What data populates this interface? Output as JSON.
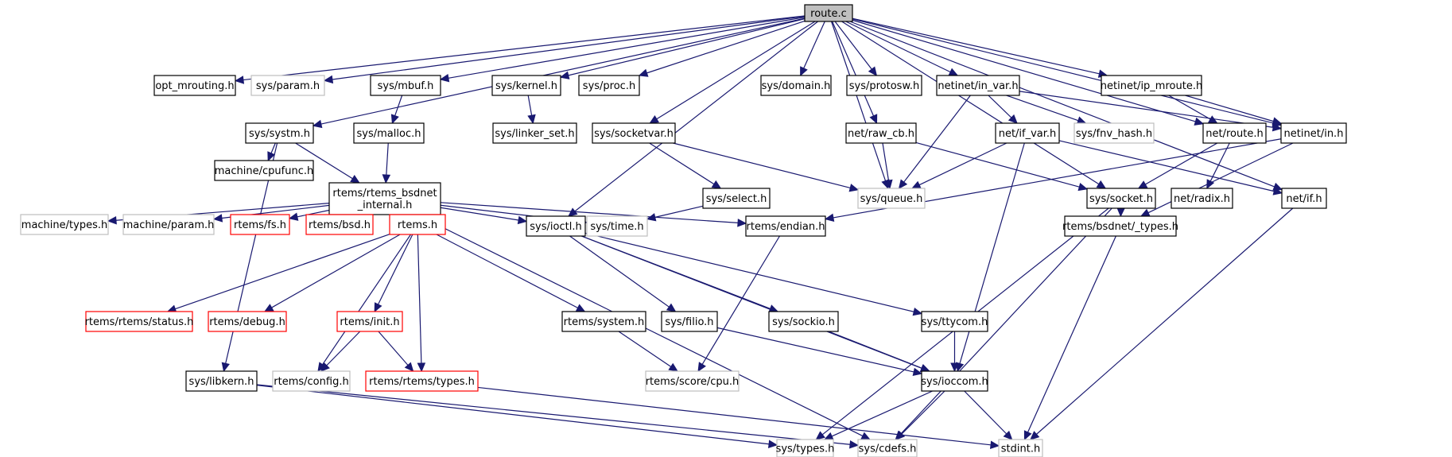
{
  "diagram": {
    "type": "include-dependency-graph",
    "colors": {
      "edge": "#191970",
      "root_fill": "#bfbfbf",
      "normal_border": "#000000",
      "external_border": "#bfbfbf",
      "undocumented_border": "#ff0000"
    },
    "nodes": [
      {
        "id": "route_c",
        "label": "route.c",
        "kind": "root"
      },
      {
        "id": "opt_mrouting",
        "label": "opt_mrouting.h",
        "kind": "normal"
      },
      {
        "id": "sys_param",
        "label": "sys/param.h",
        "kind": "external"
      },
      {
        "id": "sys_mbuf",
        "label": "sys/mbuf.h",
        "kind": "normal"
      },
      {
        "id": "sys_kernel",
        "label": "sys/kernel.h",
        "kind": "normal"
      },
      {
        "id": "sys_proc",
        "label": "sys/proc.h",
        "kind": "normal"
      },
      {
        "id": "sys_domain",
        "label": "sys/domain.h",
        "kind": "normal"
      },
      {
        "id": "sys_protosw",
        "label": "sys/protosw.h",
        "kind": "normal"
      },
      {
        "id": "netinet_in_var",
        "label": "netinet/in_var.h",
        "kind": "normal"
      },
      {
        "id": "netinet_ip_mroute",
        "label": "netinet/ip_mroute.h",
        "kind": "normal"
      },
      {
        "id": "sys_systm",
        "label": "sys/systm.h",
        "kind": "normal"
      },
      {
        "id": "sys_malloc",
        "label": "sys/malloc.h",
        "kind": "normal"
      },
      {
        "id": "sys_linker_set",
        "label": "sys/linker_set.h",
        "kind": "normal"
      },
      {
        "id": "sys_socketvar",
        "label": "sys/socketvar.h",
        "kind": "normal"
      },
      {
        "id": "net_raw_cb",
        "label": "net/raw_cb.h",
        "kind": "normal"
      },
      {
        "id": "net_if_var",
        "label": "net/if_var.h",
        "kind": "normal"
      },
      {
        "id": "sys_fnv_hash",
        "label": "sys/fnv_hash.h",
        "kind": "external"
      },
      {
        "id": "net_route",
        "label": "net/route.h",
        "kind": "normal"
      },
      {
        "id": "netinet_in",
        "label": "netinet/in.h",
        "kind": "normal"
      },
      {
        "id": "machine_cpufunc",
        "label": "machine/cpufunc.h",
        "kind": "normal"
      },
      {
        "id": "rtems_bsdnet_internal",
        "label": "rtems/rtems_bsdnet\n_internal.h",
        "kind": "normal"
      },
      {
        "id": "sys_select",
        "label": "sys/select.h",
        "kind": "normal"
      },
      {
        "id": "sys_queue",
        "label": "sys/queue.h",
        "kind": "external"
      },
      {
        "id": "sys_socket",
        "label": "sys/socket.h",
        "kind": "normal"
      },
      {
        "id": "net_radix",
        "label": "net/radix.h",
        "kind": "normal"
      },
      {
        "id": "net_if",
        "label": "net/if.h",
        "kind": "normal"
      },
      {
        "id": "machine_types",
        "label": "machine/types.h",
        "kind": "external"
      },
      {
        "id": "machine_param",
        "label": "machine/param.h",
        "kind": "external"
      },
      {
        "id": "rtems_fs",
        "label": "rtems/fs.h",
        "kind": "undocumented"
      },
      {
        "id": "rtems_bsd",
        "label": "rtems/bsd.h",
        "kind": "undocumented"
      },
      {
        "id": "rtems_h",
        "label": "rtems.h",
        "kind": "undocumented"
      },
      {
        "id": "sys_ioctl",
        "label": "sys/ioctl.h",
        "kind": "normal"
      },
      {
        "id": "sys_time",
        "label": "sys/time.h",
        "kind": "external"
      },
      {
        "id": "rtems_endian",
        "label": "rtems/endian.h",
        "kind": "normal"
      },
      {
        "id": "rtems_bsdnet_types",
        "label": "rtems/bsdnet/_types.h",
        "kind": "normal"
      },
      {
        "id": "rtems_rtems_status",
        "label": "rtems/rtems/status.h",
        "kind": "undocumented"
      },
      {
        "id": "rtems_debug",
        "label": "rtems/debug.h",
        "kind": "undocumented"
      },
      {
        "id": "rtems_init",
        "label": "rtems/init.h",
        "kind": "undocumented"
      },
      {
        "id": "rtems_system",
        "label": "rtems/system.h",
        "kind": "normal"
      },
      {
        "id": "sys_filio",
        "label": "sys/filio.h",
        "kind": "normal"
      },
      {
        "id": "sys_sockio",
        "label": "sys/sockio.h",
        "kind": "normal"
      },
      {
        "id": "sys_ttycom",
        "label": "sys/ttycom.h",
        "kind": "normal"
      },
      {
        "id": "sys_libkern",
        "label": "sys/libkern.h",
        "kind": "normal"
      },
      {
        "id": "rtems_config",
        "label": "rtems/config.h",
        "kind": "external"
      },
      {
        "id": "rtems_rtems_types",
        "label": "rtems/rtems/types.h",
        "kind": "undocumented"
      },
      {
        "id": "rtems_score_cpu",
        "label": "rtems/score/cpu.h",
        "kind": "external"
      },
      {
        "id": "sys_ioccom",
        "label": "sys/ioccom.h",
        "kind": "normal"
      },
      {
        "id": "sys_types",
        "label": "sys/types.h",
        "kind": "external"
      },
      {
        "id": "sys_cdefs",
        "label": "sys/cdefs.h",
        "kind": "external"
      },
      {
        "id": "stdint",
        "label": "stdint.h",
        "kind": "external"
      }
    ],
    "edges": [
      [
        "route_c",
        "opt_mrouting"
      ],
      [
        "route_c",
        "sys_param"
      ],
      [
        "route_c",
        "sys_mbuf"
      ],
      [
        "route_c",
        "sys_systm"
      ],
      [
        "route_c",
        "sys_kernel"
      ],
      [
        "route_c",
        "sys_proc"
      ],
      [
        "route_c",
        "sys_ioctl"
      ],
      [
        "route_c",
        "sys_socketvar"
      ],
      [
        "route_c",
        "sys_queue"
      ],
      [
        "route_c",
        "net_raw_cb"
      ],
      [
        "route_c",
        "sys_domain"
      ],
      [
        "route_c",
        "sys_protosw"
      ],
      [
        "route_c",
        "netinet_in_var"
      ],
      [
        "route_c",
        "sys_socket"
      ],
      [
        "route_c",
        "net_route"
      ],
      [
        "route_c",
        "netinet_ip_mroute"
      ],
      [
        "route_c",
        "netinet_in"
      ],
      [
        "route_c",
        "net_if"
      ],
      [
        "sys_mbuf",
        "sys_malloc"
      ],
      [
        "sys_kernel",
        "sys_linker_set"
      ],
      [
        "sys_systm",
        "machine_cpufunc"
      ],
      [
        "sys_systm",
        "rtems_bsdnet_internal"
      ],
      [
        "sys_systm",
        "sys_libkern"
      ],
      [
        "sys_malloc",
        "rtems_bsdnet_internal"
      ],
      [
        "sys_socketvar",
        "sys_select"
      ],
      [
        "sys_socketvar",
        "sys_queue"
      ],
      [
        "net_raw_cb",
        "sys_queue"
      ],
      [
        "net_raw_cb",
        "sys_socket"
      ],
      [
        "netinet_in_var",
        "sys_queue"
      ],
      [
        "netinet_in_var",
        "net_if_var"
      ],
      [
        "netinet_in_var",
        "sys_fnv_hash"
      ],
      [
        "netinet_in_var",
        "netinet_in"
      ],
      [
        "netinet_ip_mroute",
        "net_route"
      ],
      [
        "netinet_ip_mroute",
        "netinet_in"
      ],
      [
        "net_if_var",
        "sys_queue"
      ],
      [
        "net_if_var",
        "net_if"
      ],
      [
        "net_if_var",
        "sys_ioccom"
      ],
      [
        "net_route",
        "sys_socket"
      ],
      [
        "net_route",
        "net_radix"
      ],
      [
        "netinet_in",
        "rtems_endian"
      ],
      [
        "netinet_in",
        "rtems_bsdnet_types"
      ],
      [
        "sys_select",
        "sys_time"
      ],
      [
        "sys_socket",
        "rtems_bsdnet_types"
      ],
      [
        "sys_socket",
        "sys_cdefs"
      ],
      [
        "sys_socket",
        "sys_types"
      ],
      [
        "net_if",
        "stdint"
      ],
      [
        "rtems_bsdnet_internal",
        "machine_types"
      ],
      [
        "rtems_bsdnet_internal",
        "machine_param"
      ],
      [
        "rtems_bsdnet_internal",
        "rtems_fs"
      ],
      [
        "rtems_bsdnet_internal",
        "rtems_bsd"
      ],
      [
        "rtems_bsdnet_internal",
        "rtems_h"
      ],
      [
        "rtems_bsdnet_internal",
        "sys_ioctl"
      ],
      [
        "rtems_bsdnet_internal",
        "sys_time"
      ],
      [
        "rtems_bsdnet_internal",
        "rtems_endian"
      ],
      [
        "rtems_bsdnet_internal",
        "sys_cdefs"
      ],
      [
        "rtems_h",
        "rtems_rtems_status"
      ],
      [
        "rtems_h",
        "rtems_debug"
      ],
      [
        "rtems_h",
        "rtems_config"
      ],
      [
        "rtems_h",
        "rtems_init"
      ],
      [
        "rtems_h",
        "rtems_rtems_types"
      ],
      [
        "rtems_h",
        "rtems_system"
      ],
      [
        "sys_ioctl",
        "sys_filio"
      ],
      [
        "sys_ioctl",
        "sys_sockio"
      ],
      [
        "sys_ioctl",
        "sys_ttycom"
      ],
      [
        "sys_ioctl",
        "sys_ioccom"
      ],
      [
        "rtems_endian",
        "rtems_score_cpu"
      ],
      [
        "rtems_init",
        "rtems_config"
      ],
      [
        "rtems_init",
        "rtems_rtems_types"
      ],
      [
        "rtems_system",
        "rtems_score_cpu"
      ],
      [
        "sys_filio",
        "sys_ioccom"
      ],
      [
        "sys_sockio",
        "sys_ioccom"
      ],
      [
        "sys_ttycom",
        "sys_ioccom"
      ],
      [
        "sys_libkern",
        "sys_types"
      ],
      [
        "sys_libkern",
        "sys_cdefs"
      ],
      [
        "rtems_rtems_types",
        "stdint"
      ],
      [
        "sys_ioccom",
        "sys_types"
      ],
      [
        "sys_ioccom",
        "sys_cdefs"
      ],
      [
        "sys_ioccom",
        "stdint"
      ],
      [
        "rtems_bsdnet_types",
        "stdint"
      ]
    ]
  }
}
